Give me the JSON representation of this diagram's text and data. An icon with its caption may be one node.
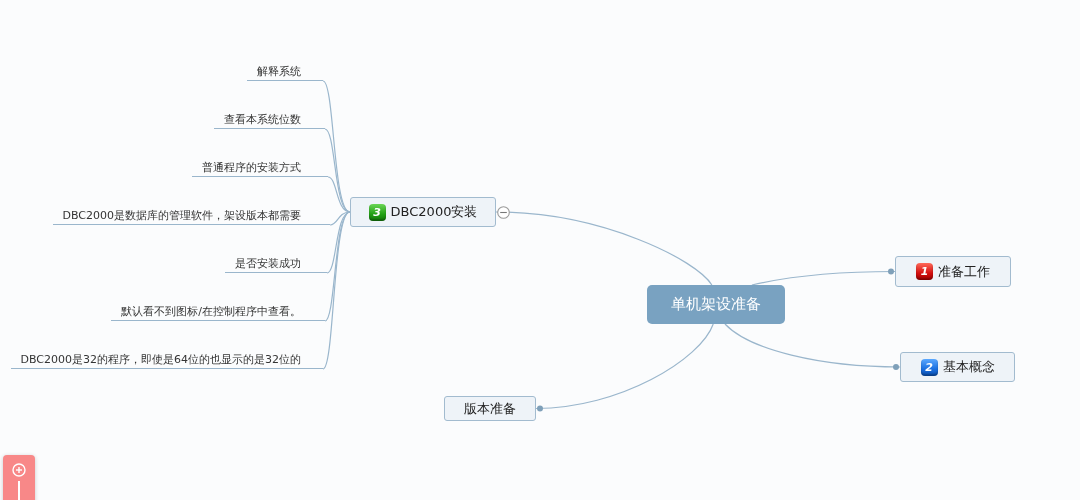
{
  "diagram": {
    "nodes": [
      {
        "text": [
          "单机架设准备"
        ]
      },
      {
        "text": [
          "3",
          "DBC2000安装"
        ]
      },
      {
        "text": [
          "解释系统"
        ]
      },
      {
        "text": [
          "查看本系统位数"
        ]
      },
      {
        "text": [
          "普通程序的安装方式"
        ]
      },
      {
        "text": [
          "DBC2000是数据库的管理软件，架设版本都需要"
        ]
      },
      {
        "text": [
          "是否安装成功"
        ]
      },
      {
        "text": [
          "默认看不到图标/在控制程序中查看。"
        ]
      },
      {
        "text": [
          "DBC2000是32的程序，即使是64位的也显示的是32位的"
        ]
      },
      {
        "text": [
          "版本准备"
        ]
      },
      {
        "text": [
          "1",
          "准备工作"
        ]
      },
      {
        "text": [
          "2",
          "基本概念"
        ]
      }
    ],
    "edges": [
      {
        "from": 0,
        "to": 1,
        "arrow": "none"
      },
      {
        "from": 1,
        "to": 2,
        "arrow": "none"
      },
      {
        "from": 1,
        "to": 3,
        "arrow": "none"
      },
      {
        "from": 1,
        "to": 4,
        "arrow": "none"
      },
      {
        "from": 1,
        "to": 5,
        "arrow": "none"
      },
      {
        "from": 1,
        "to": 6,
        "arrow": "none"
      },
      {
        "from": 1,
        "to": 7,
        "arrow": "none"
      },
      {
        "from": 1,
        "to": 8,
        "arrow": "none"
      },
      {
        "from": 0,
        "to": 9,
        "arrow": "other"
      },
      {
        "from": 0,
        "to": 10,
        "arrow": "other"
      },
      {
        "from": 0,
        "to": 11,
        "arrow": "other"
      }
    ]
  }
}
